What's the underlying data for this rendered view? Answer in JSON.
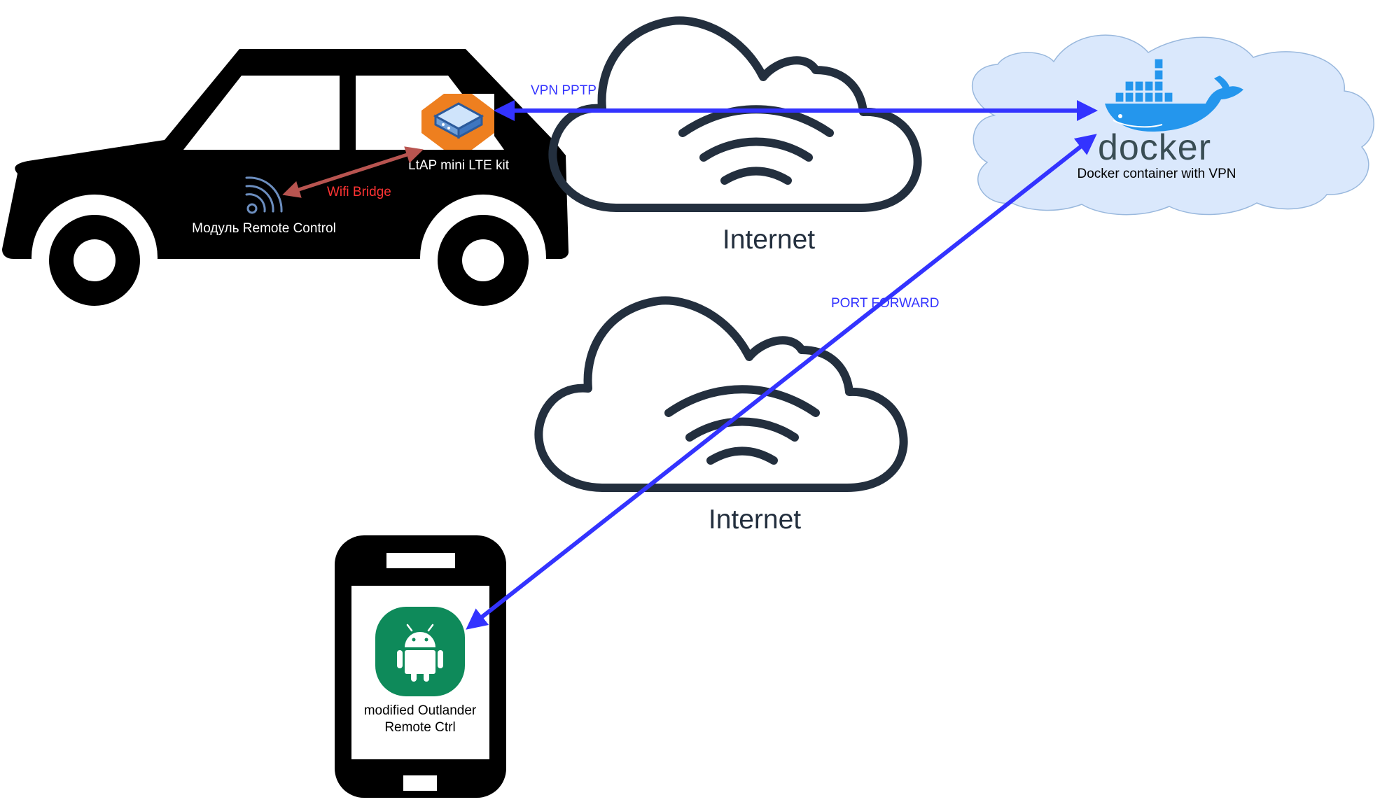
{
  "labels": {
    "vpn_pptp": "VPN PPTP",
    "ltap": "LtAP mini LTE kit",
    "wifi_bridge": "Wifi Bridge",
    "remote_module": "Модуль Remote Control",
    "internet_top": "Internet",
    "internet_bottom": "Internet",
    "docker_logo": "docker",
    "docker_container": "Docker container with VPN",
    "port_forward": "PORT FORWARD",
    "app_line1": "modified Outlander",
    "app_line2": "Remote Ctrl"
  },
  "colors": {
    "vpn_arrow": "#3333ff",
    "wifi_arrow": "#b85450",
    "wifi_label": "#ff3333",
    "cloud_stroke": "#232f3e",
    "docker_cloud_fill": "#dae8fc",
    "docker_cloud_stroke": "#99b8dd",
    "docker_blue": "#2496ed",
    "docker_text": "#394d54",
    "router_orange": "#ee7f1f",
    "android_green": "#0e8a5a"
  },
  "icons": {
    "car": "car-icon",
    "router": "router-icon",
    "wifi_module": "wifi-signal-icon",
    "cloud": "cloud-wifi-icon",
    "docker": "docker-whale-icon",
    "phone": "smartphone-icon",
    "android": "android-icon"
  }
}
